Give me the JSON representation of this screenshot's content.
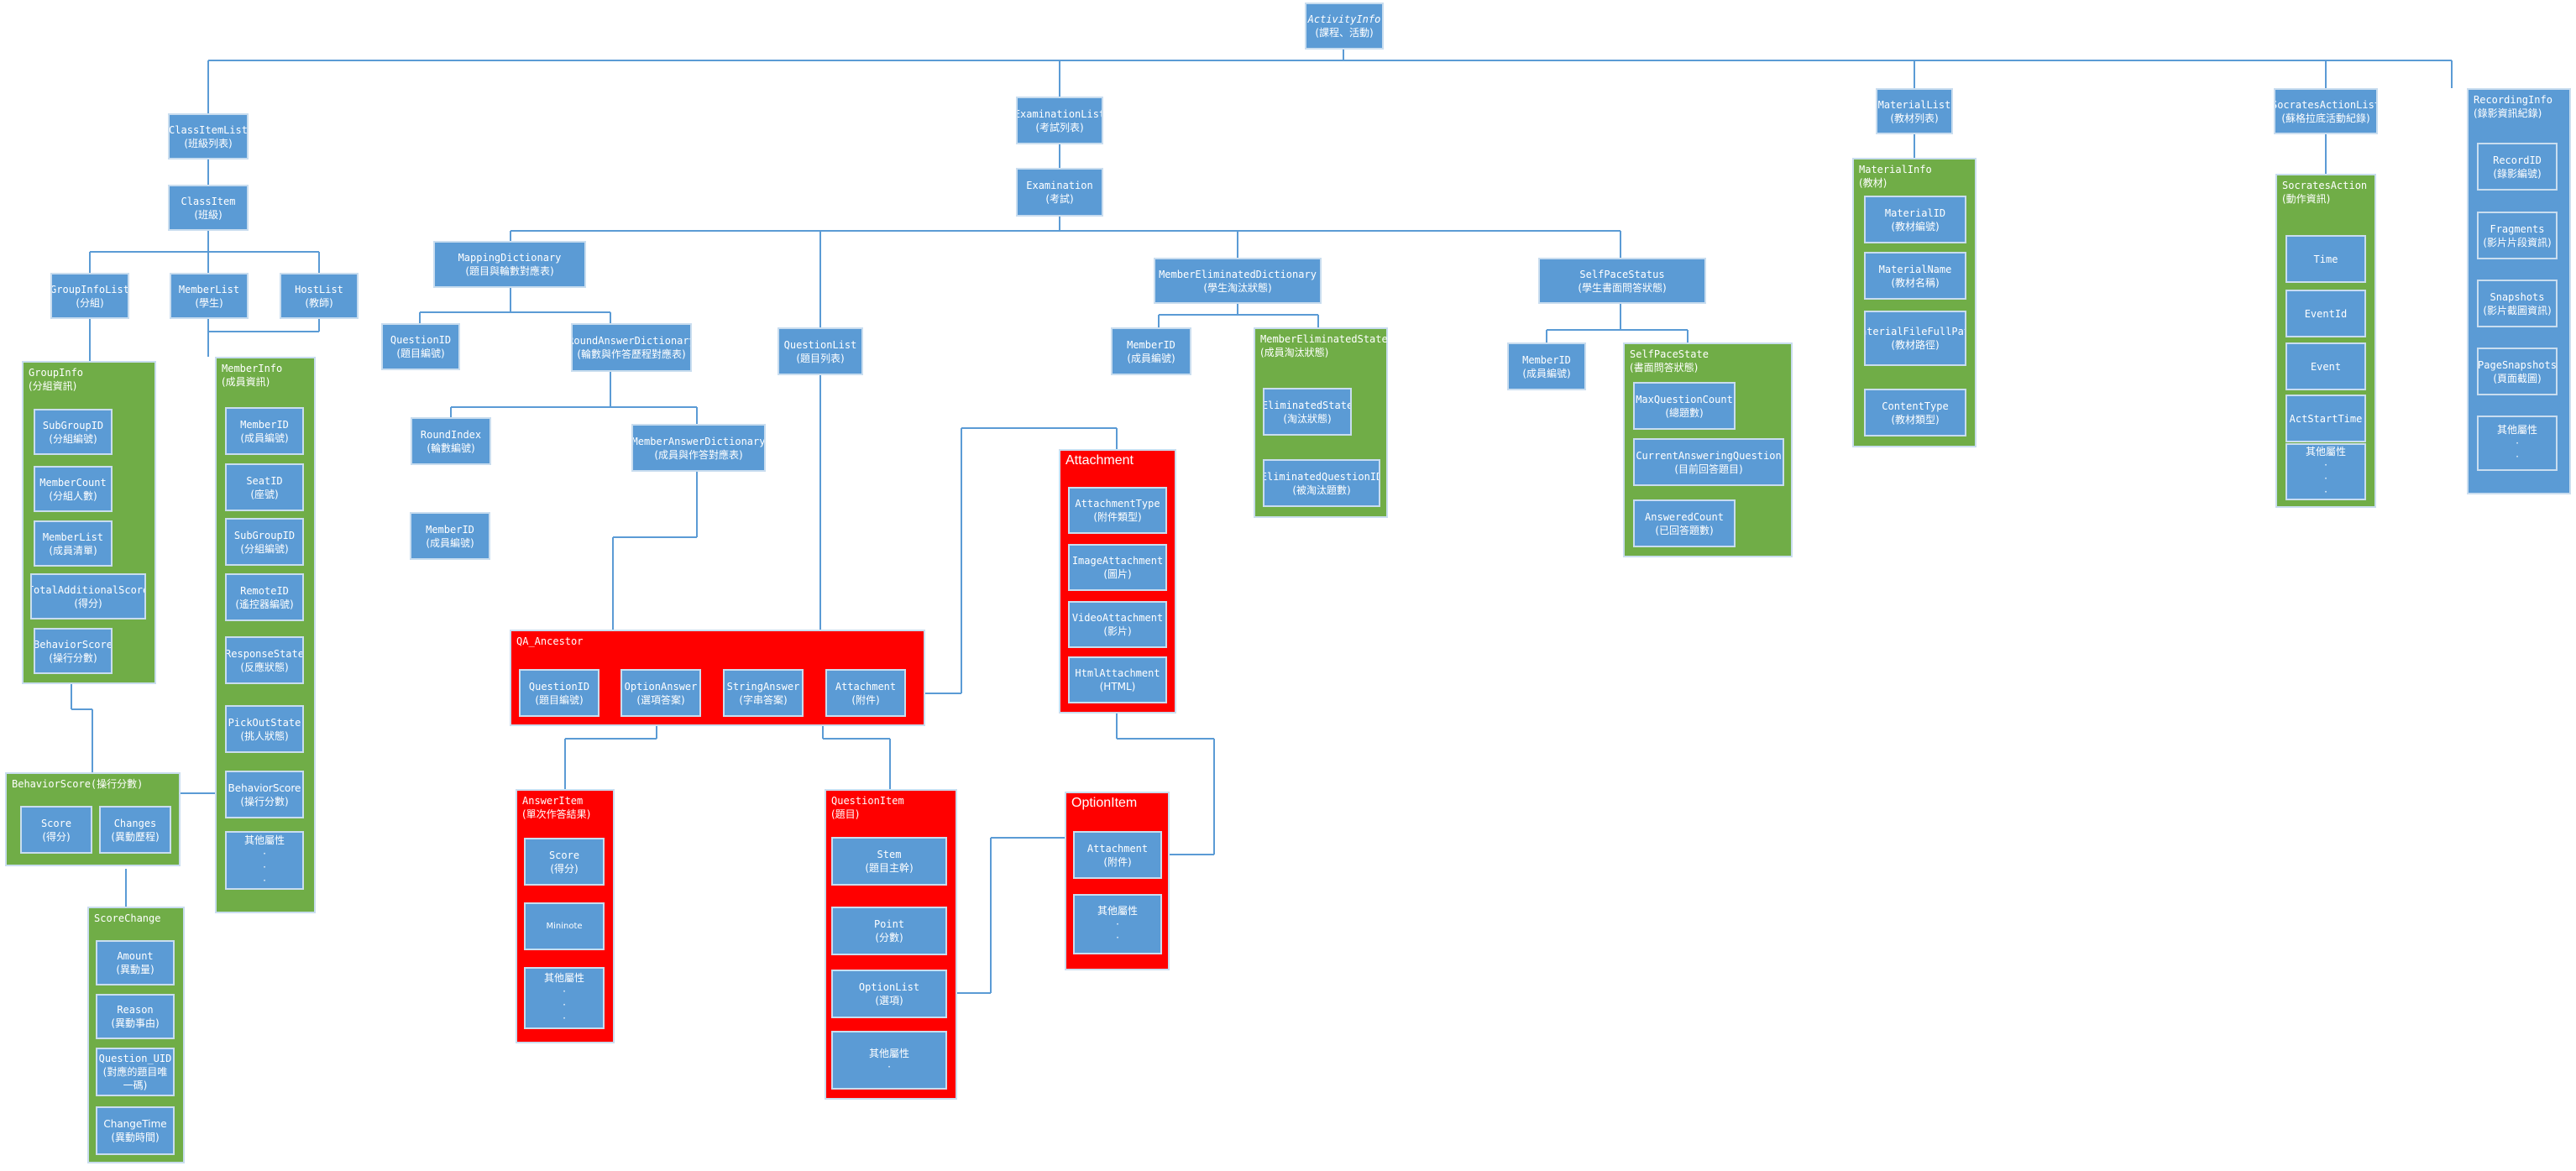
{
  "activity_info": {
    "title": "ActivityInfo",
    "sub": "(課程、活動)"
  },
  "class_item_list": {
    "title": "ClassItemList",
    "sub": "(班級列表)"
  },
  "class_item": {
    "title": "ClassItem",
    "sub": "(班級)"
  },
  "group_info_list": {
    "title": "GroupInfoList",
    "sub": "(分組)"
  },
  "member_list": {
    "title": "MemberList",
    "sub": "(學生)"
  },
  "host_list": {
    "title": "HostList",
    "sub": "(教師)"
  },
  "group_info": {
    "title": "GroupInfo",
    "sub": "(分組資訊)",
    "items": [
      {
        "title": "SubGroupID",
        "sub": "(分組編號)"
      },
      {
        "title": "MemberCount",
        "sub": "(分組人數)"
      },
      {
        "title": "MemberList",
        "sub": "(成員清單)"
      },
      {
        "title": "TotalAdditionalScore",
        "sub": "(得分)"
      },
      {
        "title": "BehaviorScore",
        "sub": "(操行分數)"
      }
    ]
  },
  "member_info": {
    "title": "MemberInfo",
    "sub": "(成員資訊)",
    "items": [
      {
        "title": "MemberID",
        "sub": "(成員編號)"
      },
      {
        "title": "SeatID",
        "sub": "(座號)"
      },
      {
        "title": "SubGroupID",
        "sub": "(分組編號)"
      },
      {
        "title": "RemoteID",
        "sub": "(遙控器編號)"
      },
      {
        "title": "ResponseState",
        "sub": "(反應狀態)"
      },
      {
        "title": "PickOutState",
        "sub": "(挑人狀態)"
      },
      {
        "title": "BehaviorScore",
        "sub": "(操行分數)"
      },
      {
        "title": "其他屬性",
        "sub": "·"
      }
    ]
  },
  "behavior_score": {
    "title": "BehaviorScore(操行分數)",
    "items": [
      {
        "title": "Score",
        "sub": "(得分)"
      },
      {
        "title": "Changes",
        "sub": "(異動歷程)"
      }
    ]
  },
  "score_change": {
    "title": "ScoreChange",
    "items": [
      {
        "title": "Amount",
        "sub": "(異動量)"
      },
      {
        "title": "Reason",
        "sub": "(異動事由)"
      },
      {
        "title": "Question_UID",
        "sub": "(對應的題目唯一碼)"
      },
      {
        "title": "ChangeTime",
        "sub": "(異動時間)"
      }
    ]
  },
  "examination_list": {
    "title": "ExaminationList",
    "sub": "(考試列表)"
  },
  "examination": {
    "title": "Examination",
    "sub": "(考試)"
  },
  "mapping_dictionary": {
    "title": "MappingDictionary",
    "sub": "(題目與輪數對應表)"
  },
  "question_id": {
    "title": "QuestionID",
    "sub": "(題目編號)"
  },
  "round_answer_dictionary": {
    "title": "RoundAnswerDictionary",
    "sub": "(輪數與作答歷程對應表)"
  },
  "round_index": {
    "title": "RoundIndex",
    "sub": "(輪數編號)"
  },
  "member_answer_dictionary": {
    "title": "MemberAnswerDictionary",
    "sub": "(成員與作答對應表)"
  },
  "member_id_left": {
    "title": "MemberID",
    "sub": "(成員編號)"
  },
  "question_list": {
    "title": "QuestionList",
    "sub": "(題目列表)"
  },
  "member_eliminated_dictionary": {
    "title": "MemberEliminatedDictionary",
    "sub": "(學生淘汰狀態)"
  },
  "member_id_mid": {
    "title": "MemberID",
    "sub": "(成員編號)"
  },
  "member_eliminated_state": {
    "title": "MemberEliminatedState",
    "sub": "(成員淘汰狀態)",
    "items": [
      {
        "title": "EliminatedState",
        "sub": "(淘汰狀態)"
      },
      {
        "title": "EliminatedQuestionID",
        "sub": "(被淘汰題數)"
      }
    ]
  },
  "self_pace_status": {
    "title": "SelfPaceStatus",
    "sub": "(學生書面問答狀態)"
  },
  "member_id_right": {
    "title": "MemberID",
    "sub": "(成員編號)"
  },
  "self_pace_state": {
    "title": "SelfPaceState",
    "sub": "(書面問答狀態)",
    "items": [
      {
        "title": "MaxQuestionCount",
        "sub": "(總題數)"
      },
      {
        "title": "CurrentAnsweringQuestion",
        "sub": "(目前回答題目)"
      },
      {
        "title": "AnsweredCount",
        "sub": "(已回答題數)"
      }
    ]
  },
  "qa_ancestor": {
    "title": "QA_Ancestor",
    "items": [
      {
        "title": "QuestionID",
        "sub": "(題目編號)"
      },
      {
        "title": "OptionAnswer",
        "sub": "(選項答案)"
      },
      {
        "title": "StringAnswer",
        "sub": "(字串答案)"
      },
      {
        "title": "Attachment",
        "sub": "(附件)"
      }
    ]
  },
  "attachment": {
    "title": "Attachment",
    "items": [
      {
        "title": "AttachmentType",
        "sub": "(附件類型)"
      },
      {
        "title": "ImageAttachment",
        "sub": "(圖片)"
      },
      {
        "title": "VideoAttachment",
        "sub": "(影片)"
      },
      {
        "title": "HtmlAttachment",
        "sub": "(HTML)"
      }
    ]
  },
  "answer_item": {
    "title": "AnswerItem",
    "sub": "(單次作答結果)",
    "items": [
      {
        "title": "Score",
        "sub": "(得分)"
      },
      {
        "title": "Mininote",
        "sub": ""
      },
      {
        "title": "其他屬性",
        "sub": "·"
      }
    ]
  },
  "question_item": {
    "title": "QuestionItem",
    "sub": "(題目)",
    "items": [
      {
        "title": "Stem",
        "sub": "(題目主幹)"
      },
      {
        "title": "Point",
        "sub": "(分數)"
      },
      {
        "title": "OptionList",
        "sub": "(選項)"
      },
      {
        "title": "其他屬性",
        "sub": "·"
      }
    ]
  },
  "option_item": {
    "title": "OptionItem",
    "items": [
      {
        "title": "Attachment",
        "sub": "(附件)"
      },
      {
        "title": "其他屬性",
        "sub": "·"
      }
    ]
  },
  "material_list": {
    "title": "MaterialList",
    "sub": "(教材列表)"
  },
  "material_info": {
    "title": "MaterialInfo",
    "sub": "(教材)",
    "items": [
      {
        "title": "MaterialID",
        "sub": "(教材編號)"
      },
      {
        "title": "MaterialName",
        "sub": "(教材名稱)"
      },
      {
        "title": "MaterialFileFullPath",
        "sub": "(教材路徑)"
      },
      {
        "title": "ContentType",
        "sub": "(教材類型)"
      }
    ]
  },
  "socrates_action_list": {
    "title": "SocratesActionList",
    "sub": "(蘇格拉底活動紀錄)"
  },
  "socrates_action": {
    "title": "SocratesAction",
    "sub": "(動作資訊)",
    "items": [
      {
        "title": "Time",
        "sub": ""
      },
      {
        "title": "EventId",
        "sub": ""
      },
      {
        "title": "Event",
        "sub": ""
      },
      {
        "title": "ActStartTime",
        "sub": ""
      },
      {
        "title": "其他屬性",
        "sub": "·"
      }
    ]
  },
  "recording_info": {
    "title": "RecordingInfo",
    "sub": "(錄影資訊紀錄)",
    "items": [
      {
        "title": "RecordID",
        "sub": "(錄影編號)"
      },
      {
        "title": "Fragments",
        "sub": "(影片片段資訊)"
      },
      {
        "title": "Snapshots",
        "sub": "(影片截圖資訊)"
      },
      {
        "title": "PageSnapshots",
        "sub": "(頁面截圖)"
      },
      {
        "title": "其他屬性",
        "sub": "·"
      }
    ]
  }
}
